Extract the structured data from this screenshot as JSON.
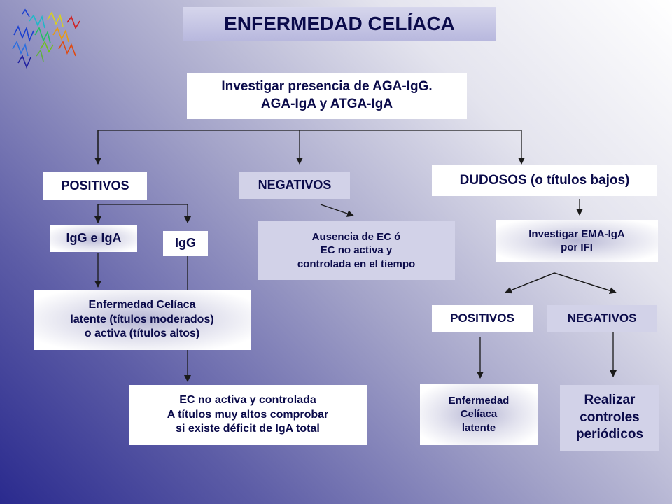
{
  "title": "ENFERMEDAD CELÍACA",
  "nodes": {
    "investigar": {
      "line1": "Investigar presencia de AGA-IgG.",
      "line2": "AGA-IgA y ATGA-IgA"
    },
    "positivos": "POSITIVOS",
    "negativos": "NEGATIVOS",
    "dudosos": "DUDOSOS (o títulos bajos)",
    "igg_iga": "IgG e IgA",
    "igg": "IgG",
    "ausencia": {
      "line1": "Ausencia de EC ó",
      "line2": "EC no activa y",
      "line3": "controlada en el tiempo"
    },
    "investigar_ema": {
      "line1": "Investigar EMA-IgA",
      "line2": "por IFI"
    },
    "ec_latente_activa": {
      "line1": "Enfermedad Celíaca",
      "line2": "latente (títulos moderados)",
      "line3": "o activa (títulos altos)"
    },
    "positivos2": "POSITIVOS",
    "negativos2": "NEGATIVOS",
    "ec_no_activa": {
      "line1": "EC no activa y controlada",
      "line2": "A títulos muy altos comprobar",
      "line3": "si existe déficit de IgA total"
    },
    "ec_latente": {
      "line1": "Enfermedad",
      "line2": "Celíaca",
      "line3": "latente"
    },
    "controles": {
      "line1": "Realizar",
      "line2": "controles",
      "line3": "periódicos"
    }
  },
  "colors": {
    "text": "#0b0b4a",
    "lavender": "#d2d2e8",
    "line": "#1a1a1a"
  }
}
